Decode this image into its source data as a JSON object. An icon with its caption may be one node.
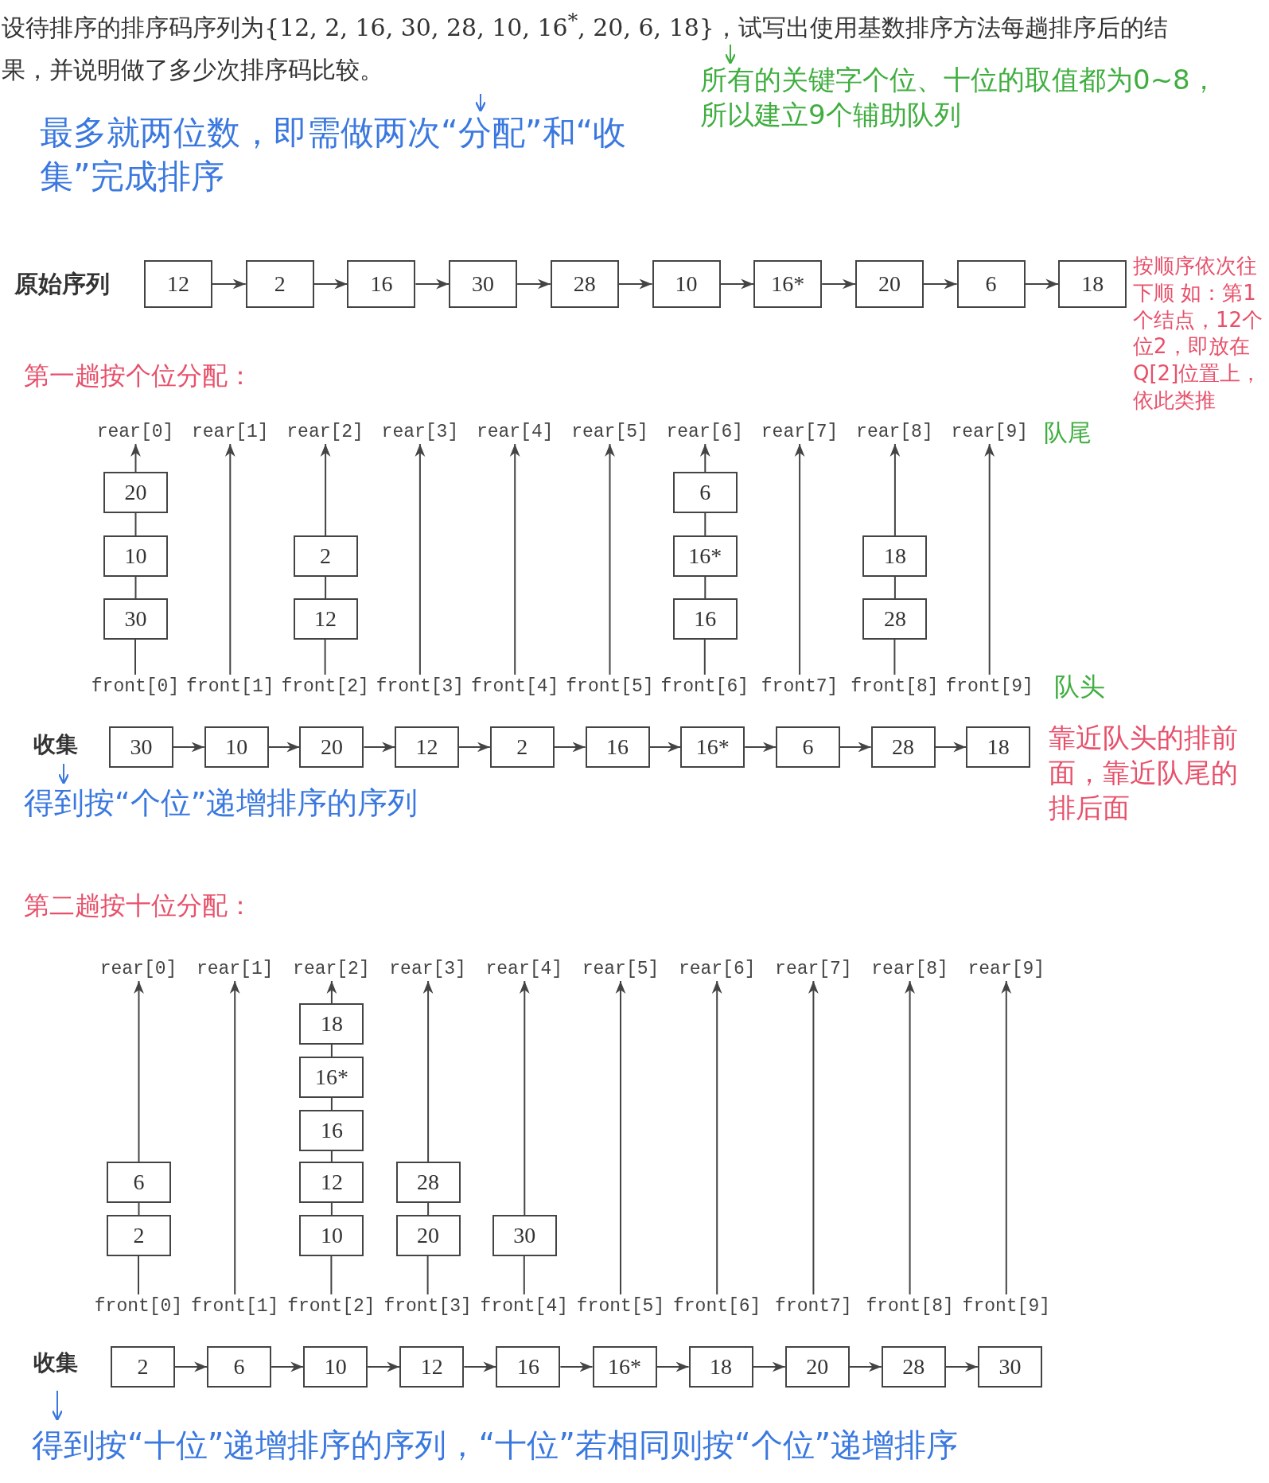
{
  "diagram": {
    "nodes": [
      {
        "text": [
          "12"
        ]
      },
      {
        "text": [
          "2"
        ]
      },
      {
        "text": [
          "16"
        ]
      },
      {
        "text": [
          "30"
        ]
      },
      {
        "text": [
          "28"
        ]
      },
      {
        "text": [
          "10"
        ]
      },
      {
        "text": [
          "16*"
        ]
      },
      {
        "text": [
          "20"
        ]
      },
      {
        "text": [
          "6"
        ]
      },
      {
        "text": [
          "18"
        ]
      },
      {
        "text": [
          "rear[0]"
        ]
      },
      {
        "text": [
          "rear[1]"
        ]
      },
      {
        "text": [
          "rear[2]"
        ]
      },
      {
        "text": [
          "rear[3]"
        ]
      },
      {
        "text": [
          "rear[4]"
        ]
      },
      {
        "text": [
          "rear[5]"
        ]
      },
      {
        "text": [
          "rear[6]"
        ]
      },
      {
        "text": [
          "rear[7]"
        ]
      },
      {
        "text": [
          "rear[8]"
        ]
      },
      {
        "text": [
          "rear[9]"
        ]
      },
      {
        "text": [
          "front[0]"
        ]
      },
      {
        "text": [
          "front[1]"
        ]
      },
      {
        "text": [
          "front[2]"
        ]
      },
      {
        "text": [
          "front[3]"
        ]
      },
      {
        "text": [
          "front[4]"
        ]
      },
      {
        "text": [
          "front[5]"
        ]
      },
      {
        "text": [
          "front[6]"
        ]
      },
      {
        "text": [
          "front7]"
        ]
      },
      {
        "text": [
          "front[8]"
        ]
      },
      {
        "text": [
          "front[9]"
        ]
      },
      {
        "text": [
          "20"
        ]
      },
      {
        "text": [
          "10"
        ]
      },
      {
        "text": [
          "30"
        ]
      },
      {
        "text": [
          "2"
        ]
      },
      {
        "text": [
          "12"
        ]
      },
      {
        "text": [
          "6"
        ]
      },
      {
        "text": [
          "16*"
        ]
      },
      {
        "text": [
          "16"
        ]
      },
      {
        "text": [
          "18"
        ]
      },
      {
        "text": [
          "28"
        ]
      },
      {
        "text": [
          "30"
        ]
      },
      {
        "text": [
          "10"
        ]
      },
      {
        "text": [
          "20"
        ]
      },
      {
        "text": [
          "12"
        ]
      },
      {
        "text": [
          "2"
        ]
      },
      {
        "text": [
          "16"
        ]
      },
      {
        "text": [
          "16*"
        ]
      },
      {
        "text": [
          "6"
        ]
      },
      {
        "text": [
          "28"
        ]
      },
      {
        "text": [
          "18"
        ]
      },
      {
        "text": [
          "rear[0]"
        ]
      },
      {
        "text": [
          "rear[1]"
        ]
      },
      {
        "text": [
          "rear[2]"
        ]
      },
      {
        "text": [
          "rear[3]"
        ]
      },
      {
        "text": [
          "rear[4]"
        ]
      },
      {
        "text": [
          "rear[5]"
        ]
      },
      {
        "text": [
          "rear[6]"
        ]
      },
      {
        "text": [
          "rear[7]"
        ]
      },
      {
        "text": [
          "rear[8]"
        ]
      },
      {
        "text": [
          "rear[9]"
        ]
      },
      {
        "text": [
          "front[0]"
        ]
      },
      {
        "text": [
          "front[1]"
        ]
      },
      {
        "text": [
          "front[2]"
        ]
      },
      {
        "text": [
          "front[3]"
        ]
      },
      {
        "text": [
          "front[4]"
        ]
      },
      {
        "text": [
          "front[5]"
        ]
      },
      {
        "text": [
          "front[6]"
        ]
      },
      {
        "text": [
          "front7]"
        ]
      },
      {
        "text": [
          "front[8]"
        ]
      },
      {
        "text": [
          "front[9]"
        ]
      },
      {
        "text": [
          "6"
        ]
      },
      {
        "text": [
          "2"
        ]
      },
      {
        "text": [
          "18"
        ]
      },
      {
        "text": [
          "16*"
        ]
      },
      {
        "text": [
          "16"
        ]
      },
      {
        "text": [
          "12"
        ]
      },
      {
        "text": [
          "10"
        ]
      },
      {
        "text": [
          "28"
        ]
      },
      {
        "text": [
          "20"
        ]
      },
      {
        "text": [
          "30"
        ]
      },
      {
        "text": [
          "2"
        ]
      },
      {
        "text": [
          "6"
        ]
      },
      {
        "text": [
          "10"
        ]
      },
      {
        "text": [
          "12"
        ]
      },
      {
        "text": [
          "16"
        ]
      },
      {
        "text": [
          "16*"
        ]
      },
      {
        "text": [
          "18"
        ]
      },
      {
        "text": [
          "20"
        ]
      },
      {
        "text": [
          "28"
        ]
      },
      {
        "text": [
          "30"
        ]
      }
    ],
    "edges": [
      {
        "from": 0,
        "to": 1,
        "arrow": "to"
      },
      {
        "from": 1,
        "to": 2,
        "arrow": "to"
      },
      {
        "from": 2,
        "to": 3,
        "arrow": "to"
      },
      {
        "from": 3,
        "to": 4,
        "arrow": "to"
      },
      {
        "from": 4,
        "to": 5,
        "arrow": "to"
      },
      {
        "from": 5,
        "to": 6,
        "arrow": "to"
      },
      {
        "from": 6,
        "to": 7,
        "arrow": "to"
      },
      {
        "from": 7,
        "to": 8,
        "arrow": "to"
      },
      {
        "from": 8,
        "to": 9,
        "arrow": "to"
      },
      {
        "from": 20,
        "to": 32,
        "arrow": "none"
      },
      {
        "from": 32,
        "to": 31,
        "arrow": "none"
      },
      {
        "from": 31,
        "to": 30,
        "arrow": "none"
      },
      {
        "from": 30,
        "to": 10,
        "arrow": "to"
      },
      {
        "from": 21,
        "to": 11,
        "arrow": "to"
      },
      {
        "from": 22,
        "to": 34,
        "arrow": "none"
      },
      {
        "from": 34,
        "to": 33,
        "arrow": "none"
      },
      {
        "from": 33,
        "to": 12,
        "arrow": "to"
      },
      {
        "from": 23,
        "to": 13,
        "arrow": "to"
      },
      {
        "from": 24,
        "to": 14,
        "arrow": "to"
      },
      {
        "from": 25,
        "to": 15,
        "arrow": "to"
      },
      {
        "from": 26,
        "to": 37,
        "arrow": "none"
      },
      {
        "from": 37,
        "to": 36,
        "arrow": "none"
      },
      {
        "from": 36,
        "to": 35,
        "arrow": "none"
      },
      {
        "from": 35,
        "to": 16,
        "arrow": "to"
      },
      {
        "from": 27,
        "to": 17,
        "arrow": "to"
      },
      {
        "from": 28,
        "to": 39,
        "arrow": "none"
      },
      {
        "from": 39,
        "to": 38,
        "arrow": "none"
      },
      {
        "from": 38,
        "to": 18,
        "arrow": "to"
      },
      {
        "from": 29,
        "to": 19,
        "arrow": "to"
      },
      {
        "from": 40,
        "to": 41,
        "arrow": "to"
      },
      {
        "from": 41,
        "to": 42,
        "arrow": "to"
      },
      {
        "from": 42,
        "to": 43,
        "arrow": "to"
      },
      {
        "from": 43,
        "to": 44,
        "arrow": "to"
      },
      {
        "from": 44,
        "to": 45,
        "arrow": "to"
      },
      {
        "from": 45,
        "to": 46,
        "arrow": "to"
      },
      {
        "from": 46,
        "to": 47,
        "arrow": "to"
      },
      {
        "from": 47,
        "to": 48,
        "arrow": "to"
      },
      {
        "from": 48,
        "to": 49,
        "arrow": "to"
      },
      {
        "from": 60,
        "to": 71,
        "arrow": "none"
      },
      {
        "from": 71,
        "to": 70,
        "arrow": "none"
      },
      {
        "from": 70,
        "to": 50,
        "arrow": "to"
      },
      {
        "from": 61,
        "to": 51,
        "arrow": "to"
      },
      {
        "from": 62,
        "to": 76,
        "arrow": "none"
      },
      {
        "from": 76,
        "to": 75,
        "arrow": "none"
      },
      {
        "from": 75,
        "to": 74,
        "arrow": "none"
      },
      {
        "from": 74,
        "to": 73,
        "arrow": "none"
      },
      {
        "from": 73,
        "to": 72,
        "arrow": "none"
      },
      {
        "from": 72,
        "to": 52,
        "arrow": "to"
      },
      {
        "from": 63,
        "to": 78,
        "arrow": "none"
      },
      {
        "from": 78,
        "to": 77,
        "arrow": "none"
      },
      {
        "from": 77,
        "to": 53,
        "arrow": "to"
      },
      {
        "from": 64,
        "to": 79,
        "arrow": "none"
      },
      {
        "from": 79,
        "to": 54,
        "arrow": "to"
      },
      {
        "from": 65,
        "to": 55,
        "arrow": "to"
      },
      {
        "from": 66,
        "to": 56,
        "arrow": "to"
      },
      {
        "from": 67,
        "to": 57,
        "arrow": "to"
      },
      {
        "from": 68,
        "to": 58,
        "arrow": "to"
      },
      {
        "from": 69,
        "to": 59,
        "arrow": "to"
      },
      {
        "from": 80,
        "to": 81,
        "arrow": "to"
      },
      {
        "from": 81,
        "to": 82,
        "arrow": "to"
      },
      {
        "from": 82,
        "to": 83,
        "arrow": "to"
      },
      {
        "from": 83,
        "to": 84,
        "arrow": "to"
      },
      {
        "from": 84,
        "to": 85,
        "arrow": "to"
      },
      {
        "from": 85,
        "to": 86,
        "arrow": "to"
      },
      {
        "from": 86,
        "to": 87,
        "arrow": "to"
      },
      {
        "from": 87,
        "to": 88,
        "arrow": "to"
      },
      {
        "from": 88,
        "to": 89,
        "arrow": "to"
      }
    ],
    "labels": [
      "设待排序的排序码序列为{12, 2, 16, 30, 28, 10, 16$^{*}$, 20, 6, 18}，试写出使用基数排序方法每趟排序后的结果，并说明做了多少次排序码比较。",
      "所有的关键字个位、十位的取值都为0~8，所以建立9个辅助队列",
      "最多就两位数，即需做两次“分配”和“收集”完成排序",
      "原始序列",
      "按顺序依次往下顺 如：第1个结点，12个位2，即放在Q[2]位置上，依此类推",
      "第一趟按个位分配：",
      "队尾",
      "队头",
      "收集",
      "靠近队头的排前面，靠近队尾的排后面",
      "得到按“个位”递增排序的序列",
      "第二趟按十位分配：",
      "收集",
      "得到按“十位”递增排序的序列，“十位”若相同则按“个位”递增排序"
    ]
  }
}
